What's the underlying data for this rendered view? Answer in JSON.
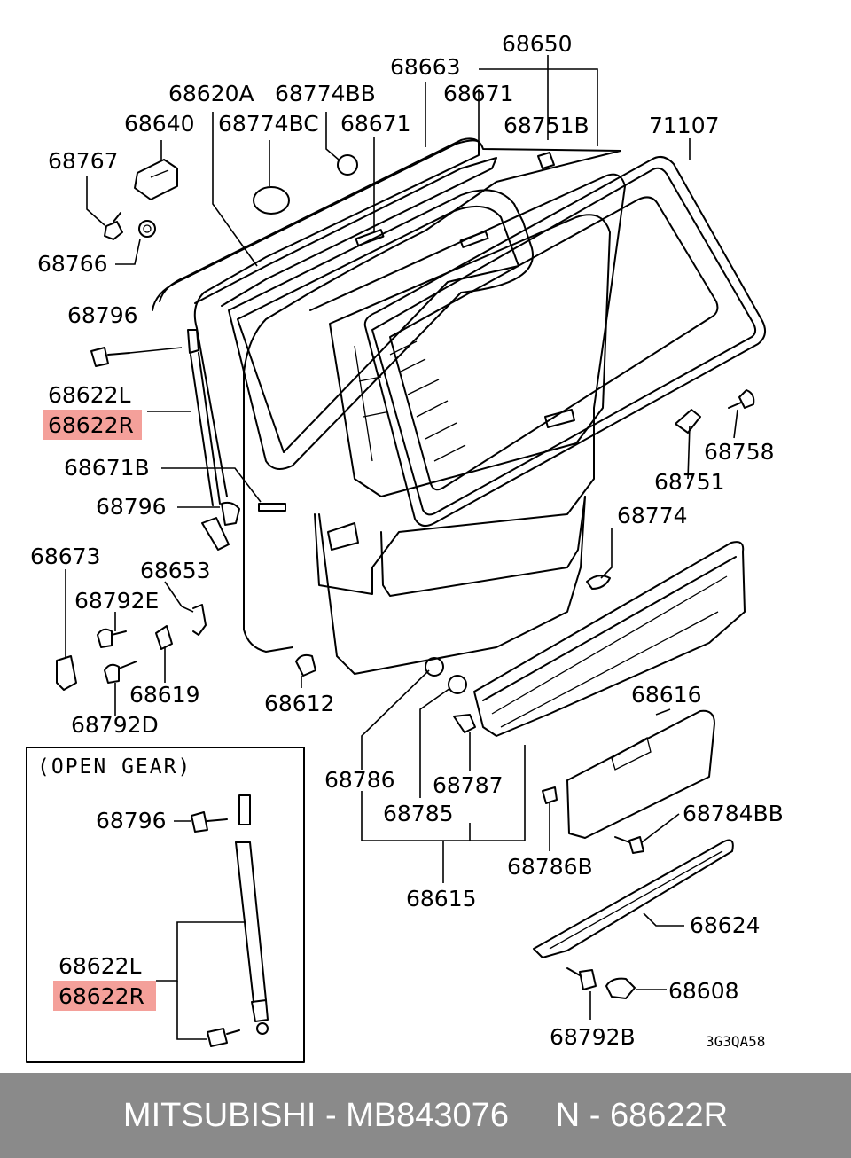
{
  "colors": {
    "highlight": "#f4a09a",
    "footer_bg": "#8a8a8a",
    "footer_text": "#ffffff"
  },
  "labels": {
    "p68650": "68650",
    "p68663": "68663",
    "p68620A": "68620A",
    "p68774BB": "68774BB",
    "p68671_top": "68671",
    "p68751B": "68751B",
    "p71107": "71107",
    "p68640": "68640",
    "p68774BC": "68774BC",
    "p68671_mid": "68671",
    "p68767": "68767",
    "p68766": "68766",
    "p68796_a": "68796",
    "p68622L_a": "68622L",
    "p68622R_a": "68622R",
    "p68671B": "68671B",
    "p68796_b": "68796",
    "p68758": "68758",
    "p68751": "68751",
    "p68774": "68774",
    "p68673": "68673",
    "p68653": "68653",
    "p68792E": "68792E",
    "p68619": "68619",
    "p68612": "68612",
    "p68792D": "68792D",
    "p68616": "68616",
    "p68786": "68786",
    "p68787": "68787",
    "p68785": "68785",
    "p68784BB": "68784BB",
    "p68786B": "68786B",
    "p68615": "68615",
    "p68624": "68624",
    "p68608": "68608",
    "p68792B": "68792B",
    "p68796_c": "68796",
    "p68622L_b": "68622L",
    "p68622R_b": "68622R",
    "diagram_code": "3G3QA58"
  },
  "inset": {
    "title": "(OPEN GEAR)"
  },
  "footer": {
    "text": "MITSUBISHI - MB843076     N - 68622R"
  }
}
